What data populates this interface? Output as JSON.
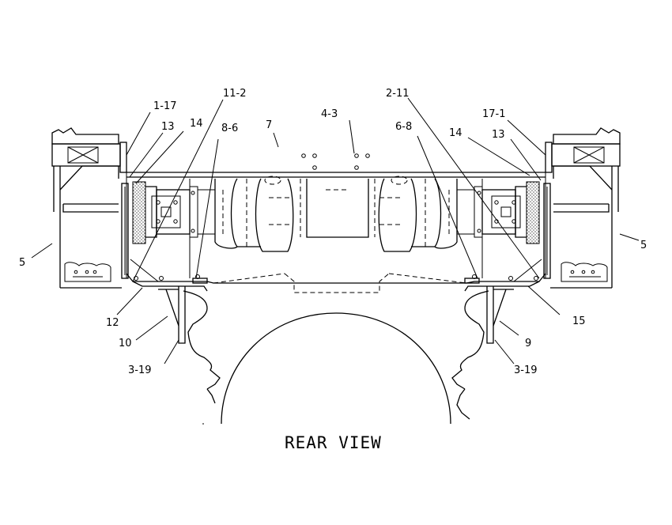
{
  "diagram": {
    "title": "REAR VIEW",
    "callouts": {
      "c_1_17": "1-17",
      "c_11_2": "11-2",
      "c_13_left": "13",
      "c_14_left": "14",
      "c_8_6": "8-6",
      "c_7": "7",
      "c_4_3": "4-3",
      "c_2_11": "2-11",
      "c_6_8": "6-8",
      "c_14_right": "14",
      "c_17_1": "17-1",
      "c_13_right": "13",
      "c_5_left": "5",
      "c_5_right": "5",
      "c_12": "12",
      "c_10": "10",
      "c_3_19_left": "3-19",
      "c_15": "15",
      "c_9": "9",
      "c_3_19_right": "3-19"
    }
  }
}
